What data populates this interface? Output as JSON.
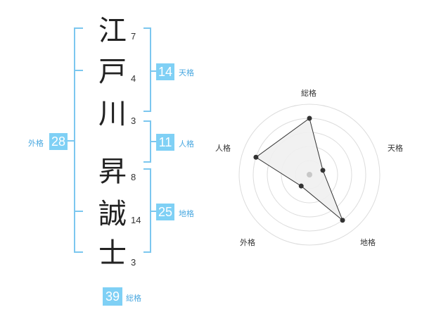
{
  "name": {
    "chars": [
      {
        "char": "江",
        "strokes": "7"
      },
      {
        "char": "戸",
        "strokes": "4"
      },
      {
        "char": "川",
        "strokes": "3"
      },
      {
        "char": "昇",
        "strokes": "8"
      },
      {
        "char": "誠",
        "strokes": "14"
      },
      {
        "char": "士",
        "strokes": "3"
      }
    ]
  },
  "fortunes": {
    "tenkaku": {
      "value": "14",
      "label": "天格"
    },
    "jinkaku": {
      "value": "11",
      "label": "人格"
    },
    "chikaku": {
      "value": "25",
      "label": "地格"
    },
    "gaikaku": {
      "value": "28",
      "label": "外格"
    },
    "soukaku": {
      "value": "39",
      "label": "総格"
    }
  },
  "radar": {
    "axes": [
      "総格",
      "天格",
      "地格",
      "外格",
      "人格"
    ],
    "values": [
      4,
      1,
      4,
      1,
      4
    ],
    "max": 5
  },
  "colors": {
    "accent": "#7fd0f5",
    "bracket": "#7cc7ef",
    "label": "#4aa8e0"
  }
}
